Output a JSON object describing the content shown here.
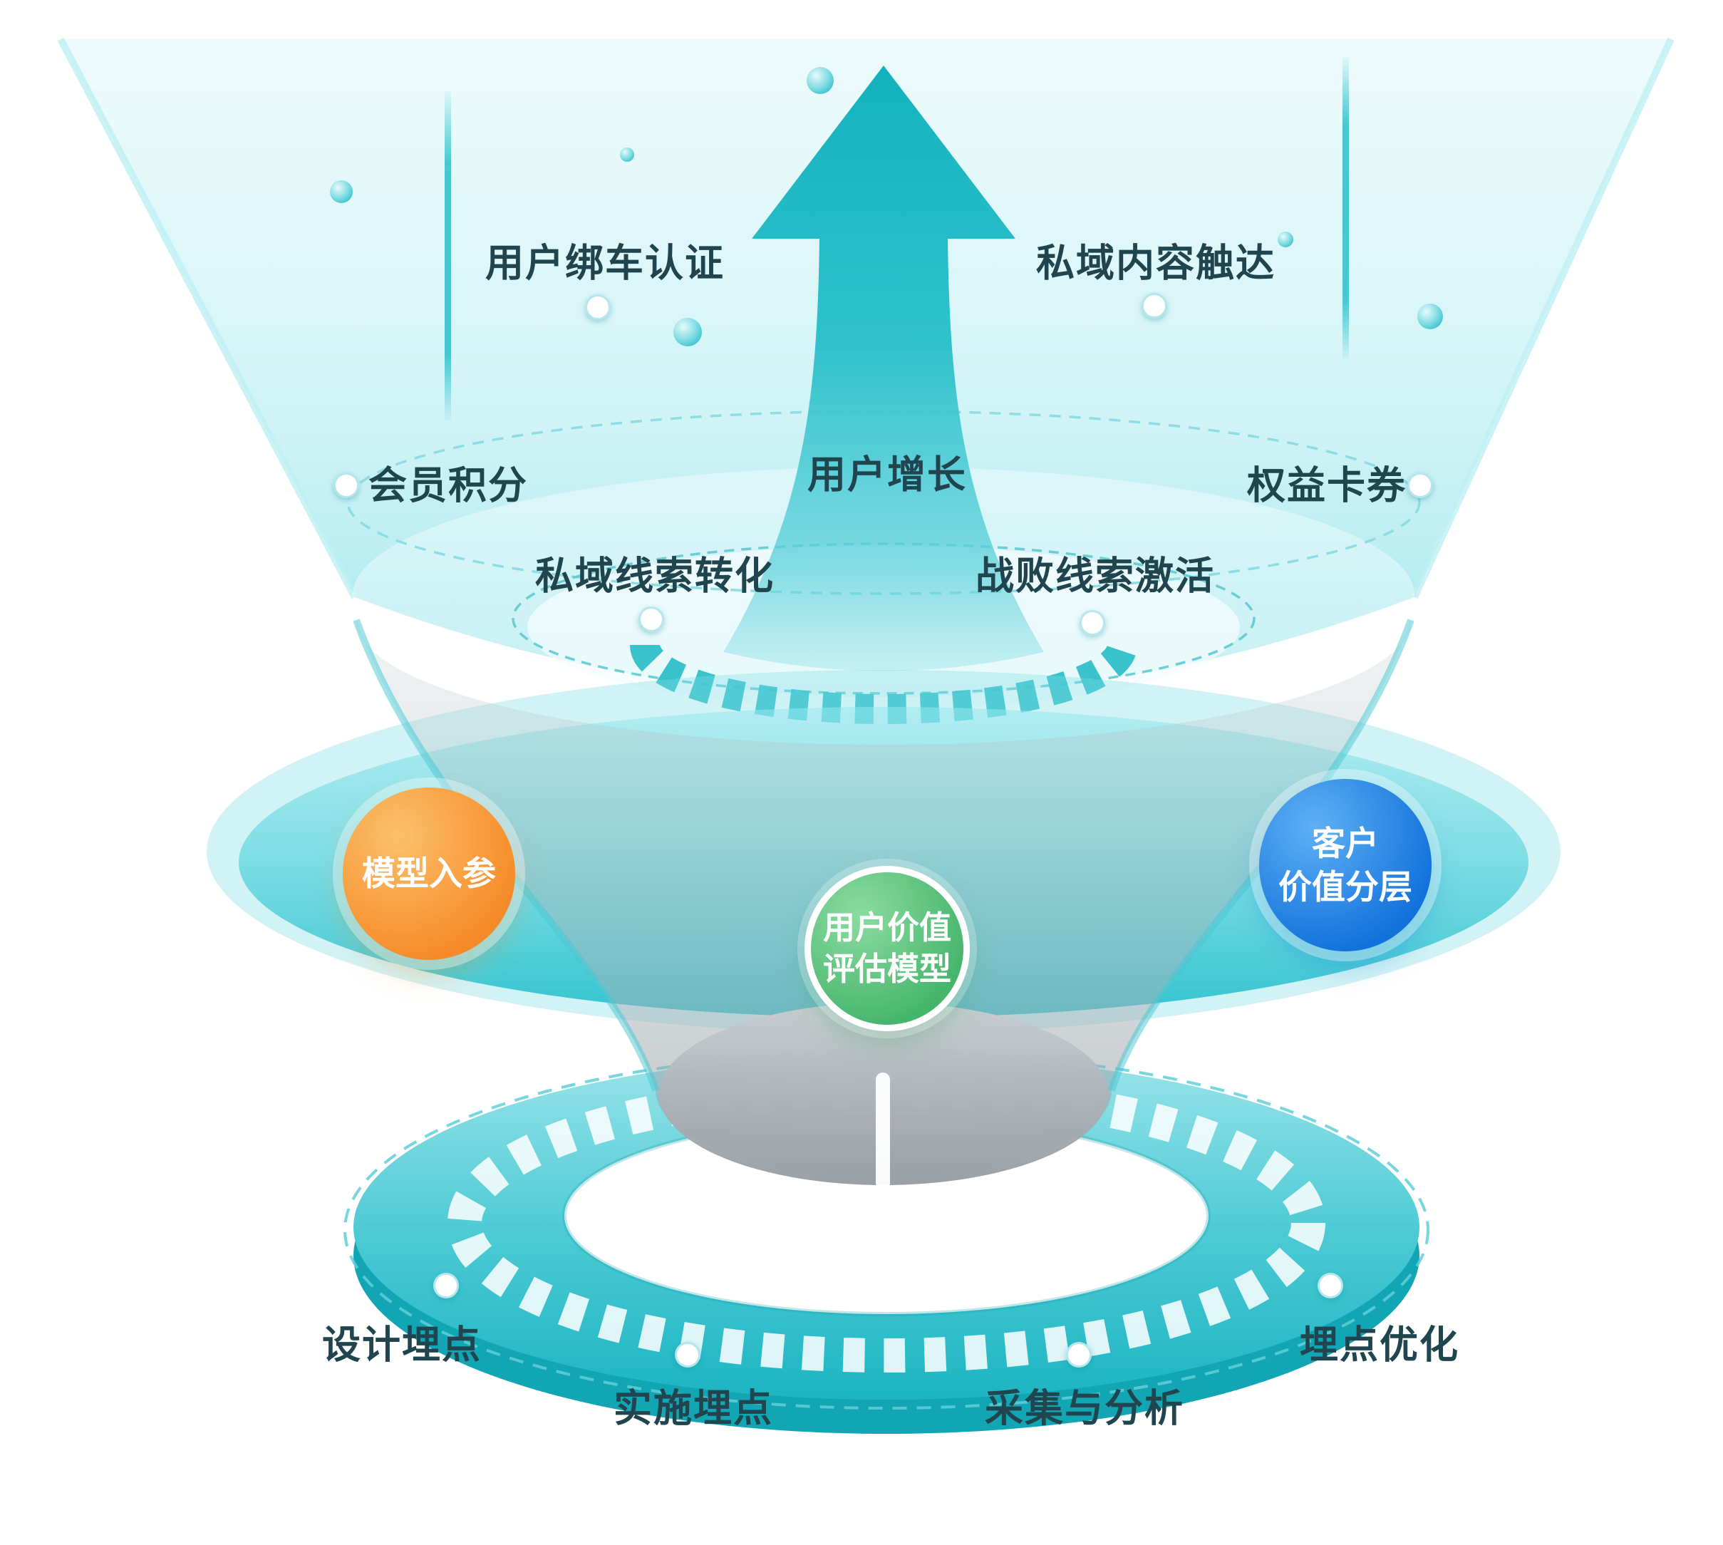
{
  "labels": {
    "bind_auth": "用户绑车认证",
    "private_content": "私域内容触达",
    "member_points": "会员积分",
    "user_growth": "用户增长",
    "rights_cards": "权益卡券",
    "private_lead_conversion": "私域线索转化",
    "lost_lead_activation": "战败线索激活",
    "design_tracking": "设计埋点",
    "implement_tracking": "实施埋点",
    "collect_analyze": "采集与分析",
    "tracking_optimize": "埋点优化"
  },
  "nodes": {
    "model_input": {
      "label": "模型入参",
      "color": "#F68A28"
    },
    "value_model": {
      "line1": "用户价值",
      "line2": "评估模型",
      "color": "#46B56C"
    },
    "customer_tiers": {
      "line1": "客户",
      "line2": "价值分层",
      "color": "#1272DC"
    }
  },
  "palette": {
    "teal_main": "#2BC0CB",
    "teal_light": "#A9E9EE",
    "funnel_grey": "#9AA2A8",
    "label_text": "#20454E",
    "background": "#FFFFFF"
  }
}
